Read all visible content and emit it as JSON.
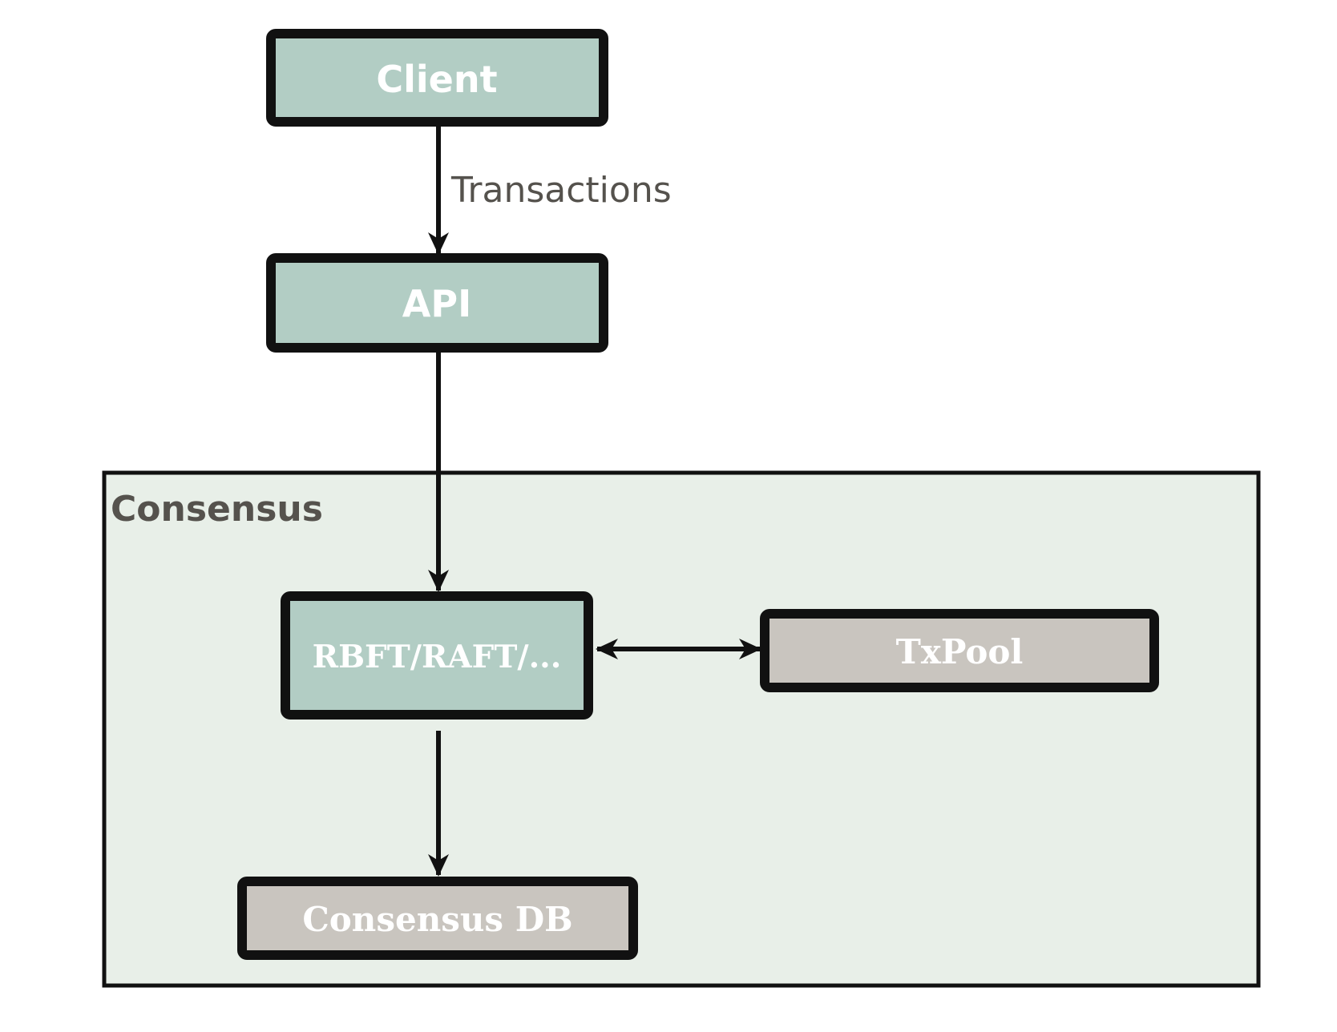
{
  "colors": {
    "background": "#ffffff",
    "container_fill": "#e8efe8",
    "teal_box": "#b2cdc4",
    "gray_box": "#c9c5bf",
    "border": "#111111",
    "box_text": "#ffffff",
    "label_text": "#55524d"
  },
  "nodes": {
    "client": "Client",
    "api": "API",
    "consensus_engine": "RBFT/RAFT/...",
    "txpool": "TxPool",
    "consensus_db": "Consensus DB"
  },
  "container": {
    "label": "Consensus"
  },
  "edges": {
    "client_to_api": "Transactions"
  }
}
